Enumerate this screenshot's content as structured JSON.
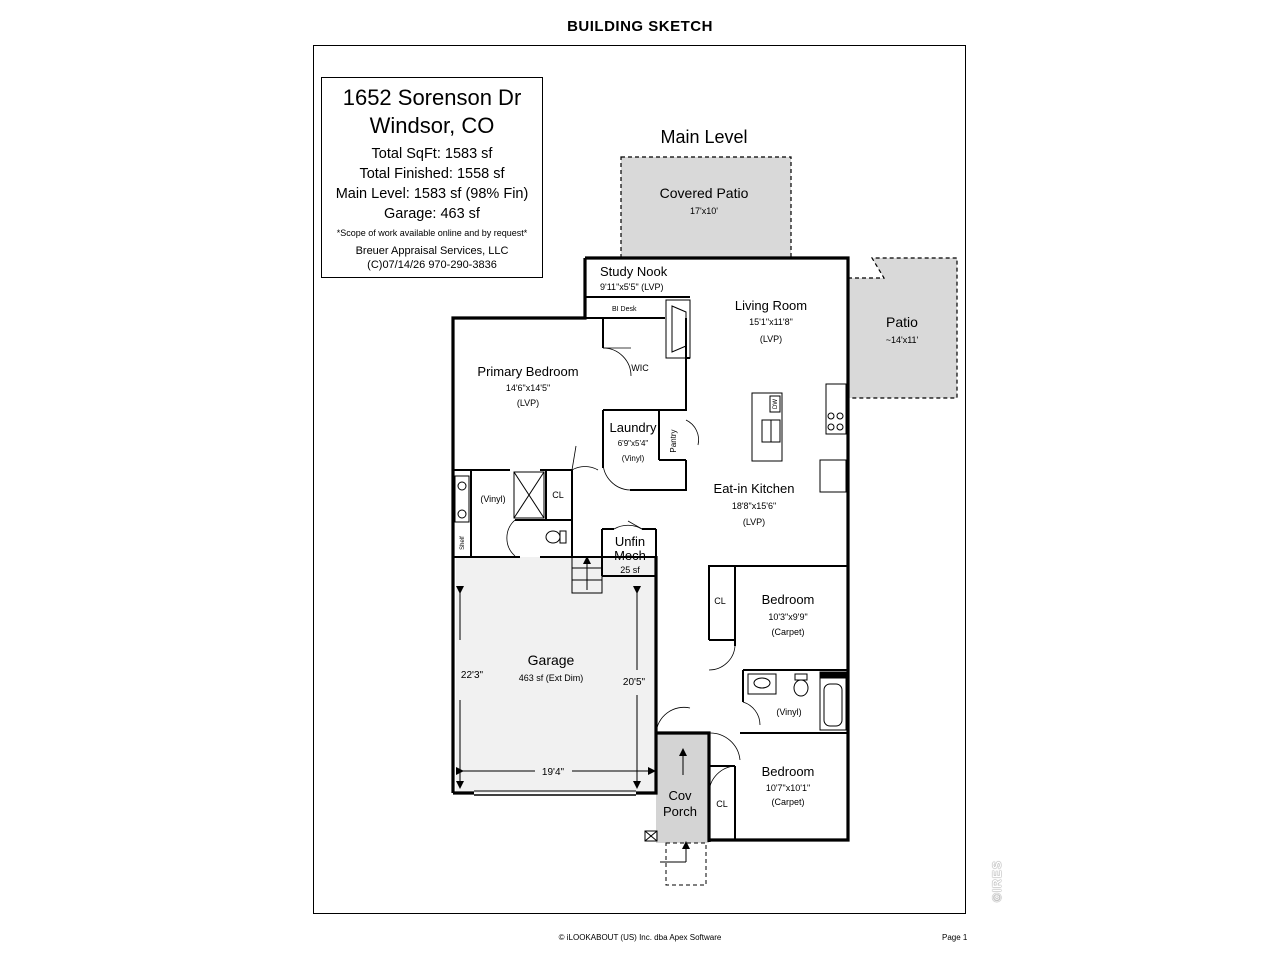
{
  "header": {
    "title": "BUILDING SKETCH"
  },
  "info": {
    "address_line1": "1652 Sorenson Dr",
    "address_line2": "Windsor, CO",
    "total_sqft": "Total SqFt: 1583 sf",
    "total_finished": "Total Finished: 1558 sf",
    "main_level": "Main Level: 1583 sf (98% Fin)",
    "garage": "Garage: 463 sf",
    "scope_note": "*Scope of work available online and by request*",
    "company": "Breuer Appraisal Services, LLC",
    "copyright": "(C)07/14/26   970-290-3836"
  },
  "plan": {
    "level_title": "Main Level",
    "rooms": {
      "covered_patio": {
        "name": "Covered Patio",
        "dims": "17'x10'"
      },
      "patio": {
        "name": "Patio",
        "dims": "~14'x11'"
      },
      "study_nook": {
        "name": "Study Nook",
        "dims": "9'11\"x5'5\" (LVP)",
        "desk": "BI Desk"
      },
      "living_room": {
        "name": "Living Room",
        "dims": "15'1\"x11'8\"",
        "floor": "(LVP)"
      },
      "primary_bedroom": {
        "name": "Primary Bedroom",
        "dims": "14'6\"x14'5\"",
        "floor": "(LVP)"
      },
      "wic": {
        "name": "WIC"
      },
      "laundry": {
        "name": "Laundry",
        "dims": "6'9\"x5'4\"",
        "floor": "(Vinyl)"
      },
      "pantry": {
        "name": "Pantry"
      },
      "dw": {
        "name": "DW"
      },
      "eat_in_kitchen": {
        "name": "Eat-in Kitchen",
        "dims": "18'8\"x15'6\"",
        "floor": "(LVP)"
      },
      "primary_bath": {
        "floor": "(Vinyl)",
        "closet": "CL",
        "shelf": "Shelf"
      },
      "unfin_mech": {
        "line1": "Unfin",
        "line2": "Mech",
        "area": "25 sf"
      },
      "garage": {
        "name": "Garage",
        "area": "463 sf (Ext Dim)",
        "dim_left": "22'3\"",
        "dim_right": "20'5\"",
        "dim_bottom": "19'4\""
      },
      "bedroom2": {
        "name": "Bedroom",
        "dims": "10'3\"x9'9\"",
        "floor": "(Carpet)",
        "closet": "CL"
      },
      "hall_bath": {
        "floor": "(Vinyl)"
      },
      "bedroom3": {
        "name": "Bedroom",
        "dims": "10'7\"x10'1\"",
        "floor": "(Carpet)",
        "closet": "CL"
      },
      "cov_porch": {
        "line1": "Cov",
        "line2": "Porch"
      }
    }
  },
  "footer": {
    "credit": "© iLOOKABOUT (US) Inc. dba Apex Software",
    "page": "Page 1",
    "watermark": "©IRES"
  },
  "colors": {
    "patio_fill": "#d9d9d9",
    "garage_fill": "#f1f1f1",
    "porch_fill": "#d4d4d4",
    "wall": "#000000"
  }
}
